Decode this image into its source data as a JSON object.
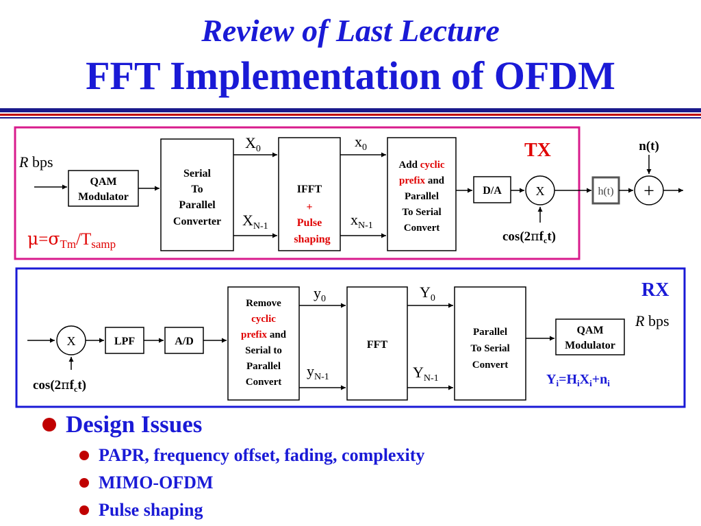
{
  "title": {
    "line1": "Review of Last Lecture",
    "line2": "FFT Implementation of OFDM"
  },
  "tx": {
    "label": "TX",
    "input_rate": {
      "var": "R",
      "text": " bps"
    },
    "qam_modulator": [
      "QAM",
      "Modulator"
    ],
    "serial_to_parallel": [
      "Serial",
      "To",
      "Parallel",
      "Converter"
    ],
    "ifft_block": {
      "line1": "IFFT",
      "line2": "+",
      "line3": "Pulse",
      "line4": "shaping"
    },
    "cyclic_prefix_block": {
      "line1_a": "Add ",
      "line1_b": "cyclic",
      "line2_a": "prefix",
      "line2_b": " and",
      "line3": "Parallel",
      "line4": "To Serial",
      "line5": "Convert"
    },
    "dac": "D/A",
    "mixer": "X",
    "carrier": {
      "pre": "cos(2",
      "pi": "π",
      "f": "f",
      "sub": "c",
      "post": "t)"
    },
    "channel": "h(t)",
    "noise": "n(t)",
    "adder": "+",
    "X0": {
      "base": "X",
      "sub": "0"
    },
    "XN1": {
      "base": "X",
      "sub": "N-1"
    },
    "x0": {
      "base": "x",
      "sub": "0"
    },
    "xN1": {
      "base": "x",
      "sub": "N-1"
    },
    "mu_eq": {
      "mu": "μ",
      "eq": "=",
      "sigma": "σ",
      "sub1": "Tm",
      "slash": "/T",
      "sub2": "samp"
    }
  },
  "rx": {
    "label": "RX",
    "mixer": "X",
    "lpf": "LPF",
    "adc": "A/D",
    "remove_prefix_block": {
      "line1": "Remove",
      "line2": "cyclic",
      "line3_a": "prefix",
      "line3_b": " and",
      "line4": "Serial to",
      "line5": "Parallel",
      "line6": "Convert"
    },
    "fft": "FFT",
    "parallel_to_serial": [
      "Parallel",
      "To Serial",
      "Convert"
    ],
    "qam_modulator": [
      "QAM",
      "Modulator"
    ],
    "output_rate": {
      "var": "R",
      "text": " bps"
    },
    "carrier": {
      "pre": "cos(2",
      "pi": "π",
      "f": "f",
      "sub": "c",
      "post": "t)"
    },
    "y0": {
      "base": "y",
      "sub": "0"
    },
    "yN1": {
      "base": "y",
      "sub": "N-1"
    },
    "Y0": {
      "base": "Y",
      "sub": "0"
    },
    "YN1": {
      "base": "Y",
      "sub": "N-1"
    },
    "eq": {
      "Y": "Y",
      "i1": "i",
      "eqH": "=H",
      "i2": "i",
      "X": "X",
      "i3": "i",
      "plusn": "+n",
      "i4": "i"
    }
  },
  "bullets": {
    "main": "Design Issues",
    "sub": [
      "PAPR, frequency offset, fading, complexity",
      "MIMO-OFDM",
      "Pulse shaping"
    ]
  },
  "colors": {
    "title": "#1a1ad6",
    "tx_border": "#d81b8c",
    "rx_border": "#1a1ad6",
    "accent_red": "#e00000",
    "bullet_dot": "#c00000",
    "eq_blue": "#1a1ad6"
  }
}
